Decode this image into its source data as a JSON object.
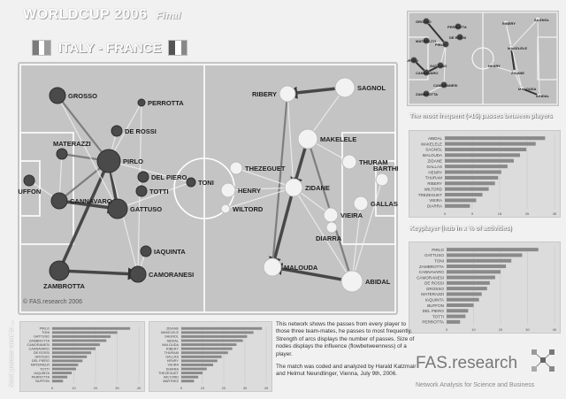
{
  "header": {
    "title": "WORLDCUP 2006",
    "subtitle": "Final",
    "match": "ITALY - FRANCE"
  },
  "colors": {
    "background": "#f1f1f1",
    "pitch": "#c4c4c4",
    "line": "#ffffff",
    "node_dark": "#4a4a4a",
    "node_light": "#f2f2f2",
    "bar": "#8a8a8a"
  },
  "network": {
    "italy": [
      {
        "name": "GROSSO",
        "label_pos": "right",
        "size": 9
      },
      {
        "name": "PERROTTA",
        "label_pos": "right",
        "size": 4
      },
      {
        "name": "MATERAZZI",
        "label_pos": "above",
        "size": 6
      },
      {
        "name": "DE ROSSI",
        "label_pos": "right",
        "size": 6
      },
      {
        "name": "PIRLO",
        "label_pos": "right",
        "size": 13
      },
      {
        "name": "DEL PIERO",
        "label_pos": "right",
        "size": 6
      },
      {
        "name": "TOTTI",
        "label_pos": "right",
        "size": 6
      },
      {
        "name": "TONI",
        "label_pos": "right",
        "size": 5
      },
      {
        "name": "BUFFON",
        "label_pos": "below",
        "size": 6
      },
      {
        "name": "CANNAVARO",
        "label_pos": "right",
        "size": 9
      },
      {
        "name": "GATTUSO",
        "label_pos": "right",
        "size": 11
      },
      {
        "name": "IAQUINTA",
        "label_pos": "right",
        "size": 6
      },
      {
        "name": "ZAMBROTTA",
        "label_pos": "below",
        "size": 11
      },
      {
        "name": "CAMORANESI",
        "label_pos": "right",
        "size": 9
      }
    ],
    "france": [
      {
        "name": "RIBERY",
        "label_pos": "left",
        "size": 9
      },
      {
        "name": "SAGNOL",
        "label_pos": "right",
        "size": 11
      },
      {
        "name": "MAKELELE",
        "label_pos": "right",
        "size": 11
      },
      {
        "name": "THURAM",
        "label_pos": "right",
        "size": 8
      },
      {
        "name": "BARTHEZ",
        "label_pos": "above",
        "size": 7
      },
      {
        "name": "THEZEGUET",
        "label_pos": "right",
        "size": 7
      },
      {
        "name": "HENRY",
        "label_pos": "right",
        "size": 8
      },
      {
        "name": "ZIDANE",
        "label_pos": "right",
        "size": 10
      },
      {
        "name": "WILTORD",
        "label_pos": "right",
        "size": 5
      },
      {
        "name": "GALLAS",
        "label_pos": "right",
        "size": 8
      },
      {
        "name": "VIEIRA",
        "label_pos": "right",
        "size": 8
      },
      {
        "name": "DIARRA",
        "label_pos": "below",
        "size": 6
      },
      {
        "name": "MALOUDA",
        "label_pos": "right",
        "size": 10
      },
      {
        "name": "ABIDAL",
        "label_pos": "right",
        "size": 12
      }
    ],
    "copyright": "© FAS.research 2006"
  },
  "mini_pitch": {
    "labels": [
      "GROSSO",
      "PERROTTA",
      "MATERAZZI",
      "PIRLO",
      "DE ROSSI",
      "BUFFON",
      "CANNAVARO",
      "GATTUSO",
      "ZAMBROTTA",
      "CAMORANESI",
      "RIBERY",
      "SAGNOL",
      "MAKELELE",
      "HENRY",
      "ZIDANE",
      "MALOUDA",
      "ABIDAL"
    ]
  },
  "frequent_passes": {
    "title": "The most frequent (>15) passes between players",
    "chart_data": {
      "type": "bar",
      "categories": [
        "ABIDAL",
        "MAKELELE",
        "SAGNOL",
        "MALOUDA",
        "ZIDANE",
        "GALLAS",
        "HENRY",
        "THURAM",
        "RIBERY",
        "WILTORD",
        "TREZEGUET",
        "VIEIRA",
        "DIARRA"
      ],
      "values": [
        32,
        29,
        26,
        24,
        22,
        20,
        18,
        17,
        16,
        14,
        12,
        10,
        8
      ],
      "ylim": [
        0,
        35
      ]
    }
  },
  "keyplayer": {
    "title": "Keyplayer (hub in x % of activities)",
    "chart_data": {
      "type": "bar",
      "categories": [
        "PIRLO",
        "GATTUSO",
        "TONI",
        "ZAMBROTTA",
        "CANNAVARO",
        "CAMORANESI",
        "DE ROSSI",
        "GROSSO",
        "MATERAZZI",
        "IAQUINTA",
        "BUFFON",
        "DEL PIERO",
        "TOTTI",
        "PERROTTA"
      ],
      "values": [
        34,
        28,
        24,
        22,
        20,
        18,
        16,
        15,
        13,
        12,
        10,
        8,
        7,
        5
      ],
      "ylim": [
        0,
        40
      ]
    }
  },
  "bottom_charts": {
    "rotated_title": "Most passes went to ...",
    "left": {
      "type": "bar",
      "categories": [
        "PIRLO",
        "TONI",
        "GATTUSO",
        "ZAMBROTTA",
        "CAMORANESI",
        "CANNAVARO",
        "DE ROSSI",
        "GROSSO",
        "DEL PIERO",
        "MATERAZZI",
        "TOTTI",
        "IAQUINTA",
        "PERROTTA",
        "BUFFON"
      ],
      "values": [
        36,
        30,
        27,
        25,
        22,
        20,
        18,
        16,
        14,
        12,
        11,
        9,
        7,
        5
      ],
      "ylim": [
        0,
        40
      ]
    },
    "right": {
      "type": "bar",
      "categories": [
        "ZIDANE",
        "MAKELELE",
        "SAGNOL",
        "ABIDAL",
        "MALOUDA",
        "RIBERY",
        "THURAM",
        "GALLAS",
        "HENRY",
        "VIEIRA",
        "DIARRA",
        "THEZEGUET",
        "WILTORD",
        "BARTHEZ"
      ],
      "values": [
        38,
        34,
        31,
        29,
        26,
        24,
        22,
        19,
        17,
        15,
        12,
        10,
        8,
        6
      ],
      "ylim": [
        0,
        40
      ]
    }
  },
  "description": {
    "p1": "This network shows the passes from every player to those three team-mates, he passes to most frequently. Strength of arcs displays the number of passes. Size of nodes displays the influence (flowbetweenness) of a player.",
    "p2": "The match was coded and analyzed by Harald Katzmair and Helmut Neundlinger, Vienna, July 9th, 2006."
  },
  "branding": {
    "logo": "FAS.research",
    "tagline": "Network Analysis for Science and Business"
  }
}
